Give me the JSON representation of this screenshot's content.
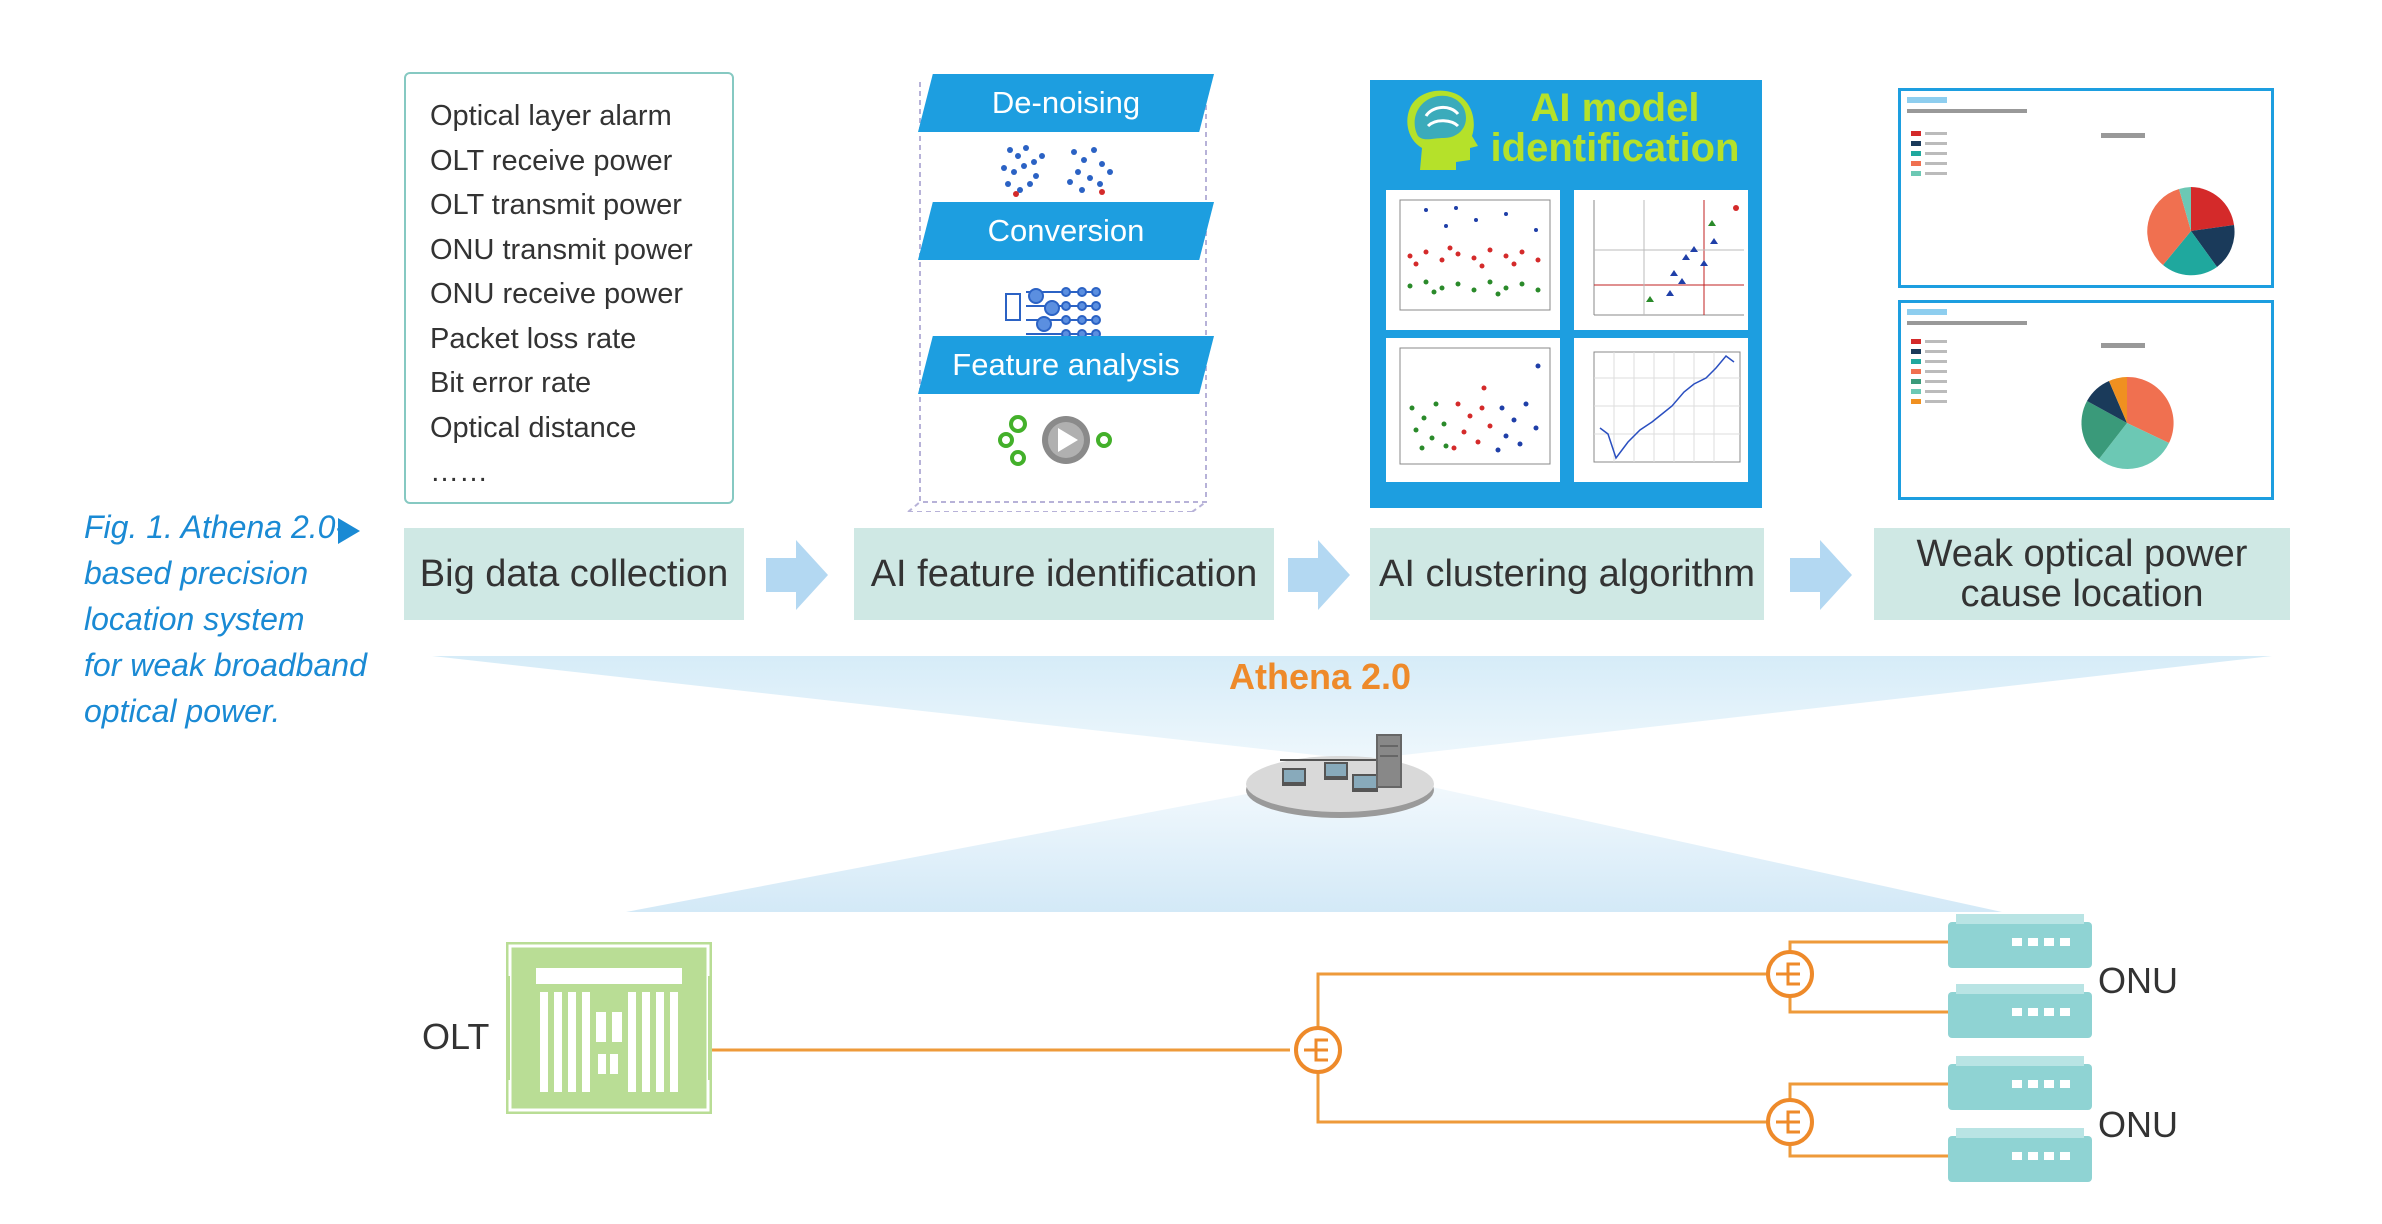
{
  "caption": {
    "text_lines": [
      "Fig. 1. Athena 2.0-",
      "based precision",
      "location system",
      "for weak broadband",
      "optical power."
    ]
  },
  "data_collection": {
    "items": [
      "Optical layer alarm",
      "OLT receive power",
      "OLT transmit power",
      "ONU transmit power",
      "ONU receive power",
      "Packet loss rate",
      "Bit error rate",
      "Optical distance",
      "……"
    ]
  },
  "feature_panel": {
    "banners": [
      "De-noising",
      "Conversion",
      "Feature analysis"
    ]
  },
  "ai_panel": {
    "title_line1": "AI model",
    "title_line2": "identification"
  },
  "stages": [
    {
      "label": "Big data collection"
    },
    {
      "label": "AI feature identification"
    },
    {
      "label": "AI clustering algorithm"
    },
    {
      "label_line1": "Weak optical power",
      "label_line2": "cause location"
    }
  ],
  "platform": {
    "name": "Athena 2.0"
  },
  "network": {
    "olt_label": "OLT",
    "onu_label_top": "ONU",
    "onu_label_bottom": "ONU"
  },
  "colors": {
    "accent_blue": "#1d9ee0",
    "stage_bg": "#cfe8e4",
    "fiber_orange": "#ee8a2a",
    "olt_green": "#b9dd95",
    "onu_teal": "#8fd3d3"
  }
}
